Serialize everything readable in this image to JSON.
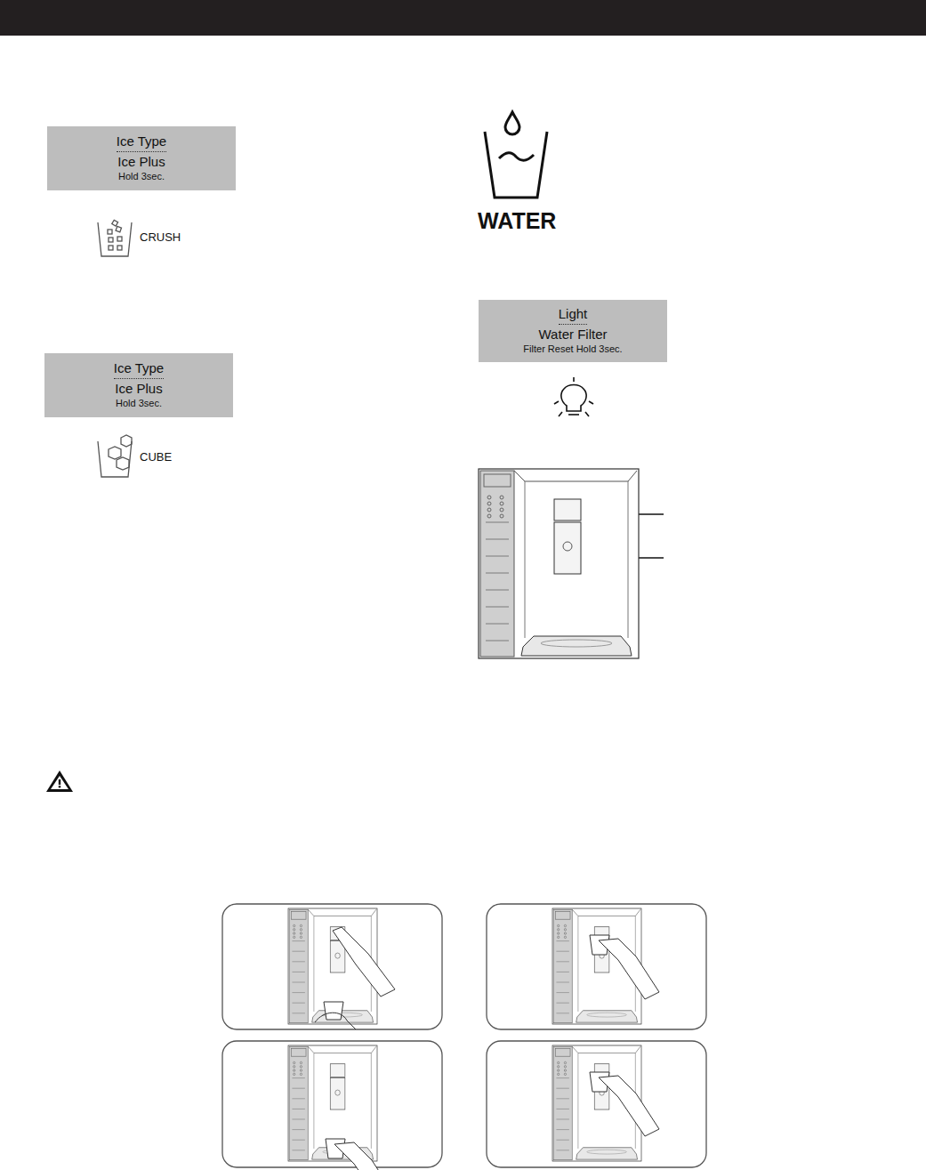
{
  "diagram": {
    "nodes": [
      {
        "text": [
          "Ice Type",
          "Ice Plus",
          "Hold 3sec."
        ]
      },
      {
        "text": [
          "Ice Type",
          "Ice Plus",
          "Hold 3sec."
        ]
      },
      {
        "text": [
          "Light",
          "Water Filter",
          "Filter Reset Hold 3sec."
        ]
      }
    ],
    "labels": [
      "CRUSH",
      "CUBE",
      "WATER"
    ]
  }
}
